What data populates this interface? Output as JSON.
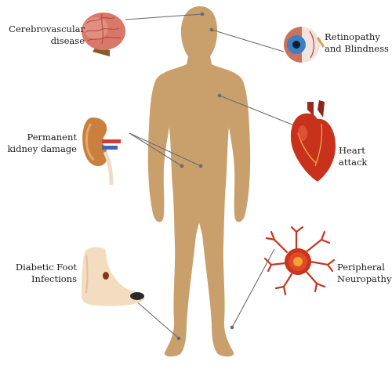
{
  "labels": {
    "cerebro": "Cerebrovascular\ndisease",
    "retino": "Retinopathy\nand Blindness",
    "kidney": "Permanent\nkidney damage",
    "heart": "Heart attack",
    "foot": "Diabetic Foot\nInfections",
    "neuro": "Peripheral\nNeuropathy"
  },
  "icons": [
    "brain-icon",
    "eye-icon",
    "kidney-icon",
    "heart-icon",
    "foot-icon",
    "nerve-cell-icon"
  ],
  "colors": {
    "body": "#c9a06c",
    "connector": "#6b6b6b",
    "brain": "#d9776a",
    "eye_iris": "#3e7fc1",
    "kidney": "#c9803f",
    "heart": "#c8321c",
    "neuron": "#c7351c",
    "foot_skin": "#f3dcc0",
    "ulcer": "#2a2a2a"
  }
}
